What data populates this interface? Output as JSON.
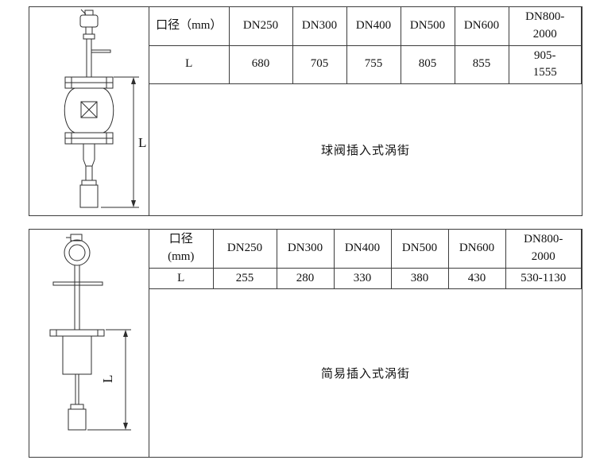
{
  "top_section": {
    "table": {
      "headers": [
        "口径（mm）",
        "DN250",
        "DN300",
        "DN400",
        "DN500",
        "DN600",
        "DN800-\n2000"
      ],
      "row": [
        "L",
        "680",
        "705",
        "755",
        "805",
        "855",
        "905-\n1555"
      ]
    },
    "caption": "球阀插入式涡街",
    "dimension_label": "L"
  },
  "bottom_section": {
    "table": {
      "headers": [
        "口径\n(mm)",
        "DN250",
        "DN300",
        "DN400",
        "DN500",
        "DN600",
        "DN800-\n2000"
      ],
      "row": [
        "L",
        "255",
        "280",
        "330",
        "380",
        "430",
        "530-1130"
      ]
    },
    "caption": "简易插入式涡街",
    "dimension_label": "L"
  }
}
